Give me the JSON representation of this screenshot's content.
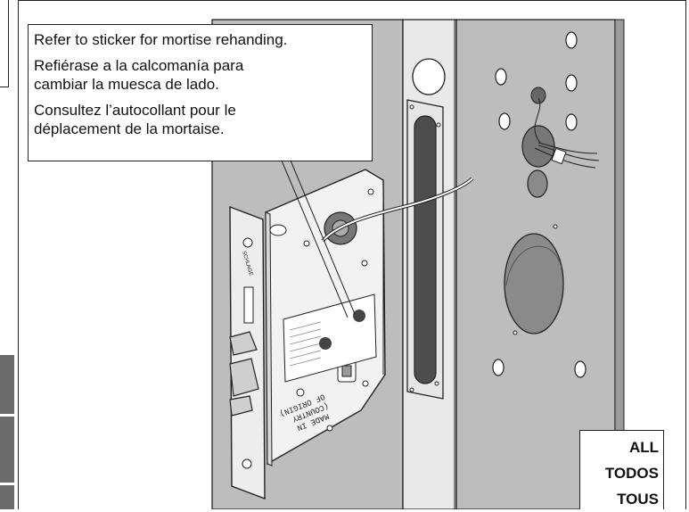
{
  "instructions": {
    "english": "Refer to sticker for mortise rehanding.",
    "spanish": "Refiérase a la calcomanía para cambiar la muesca de lado.",
    "french": "Consultez l’autocollant pour le déplacement de la mortaise."
  },
  "applies_to": {
    "en": "ALL",
    "es": "TODOS",
    "fr": "TOUS"
  },
  "lock_body": {
    "faceplate_brand": "SCHLAGE",
    "origin_stamp": [
      "MADE IN",
      "(COUNTRY",
      "OF ORIGIN)"
    ]
  },
  "colors": {
    "door_face": "#bdbdbd",
    "door_edge": "#e6e6e6",
    "outline": "#222222",
    "cutout": "#8a8a8a"
  }
}
